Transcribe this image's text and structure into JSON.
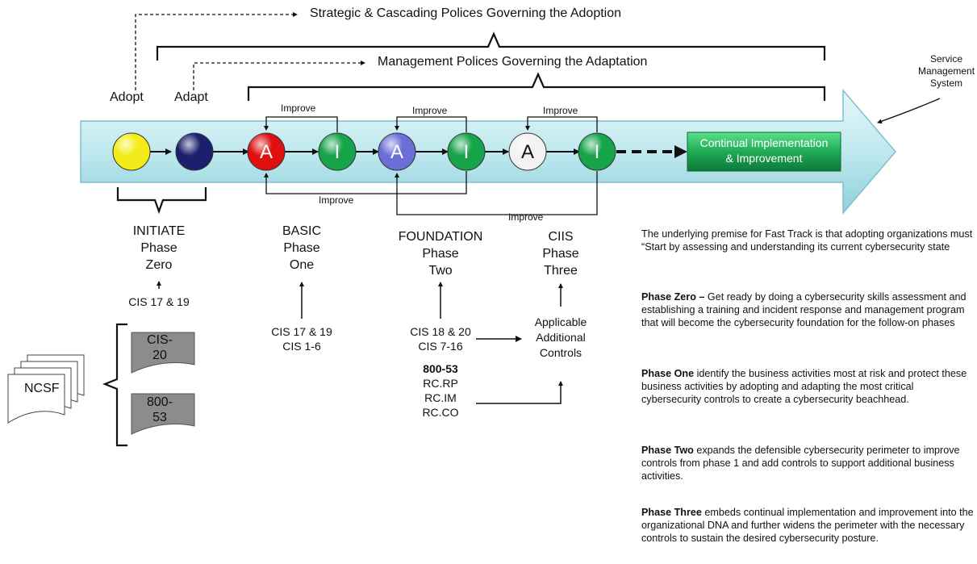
{
  "top": {
    "strategic": "Strategic & Cascading Polices Governing the Adoption",
    "management": "Management Polices Governing the Adaptation",
    "adopt": "Adopt",
    "adapt": "Adapt",
    "service_system": [
      "Service",
      "Management",
      "System"
    ]
  },
  "pipeline": {
    "nodes": [
      {
        "letter": "",
        "color": "#f3ec1a"
      },
      {
        "letter": "",
        "color": "#1c1f6e"
      },
      {
        "letter": "A",
        "color": "#e01010"
      },
      {
        "letter": "I",
        "color": "#16a34a"
      },
      {
        "letter": "A",
        "color": "#6a6fd8"
      },
      {
        "letter": "I",
        "color": "#16a34a"
      },
      {
        "letter": "A",
        "color": "#f2f2f2"
      },
      {
        "letter": "I",
        "color": "#16a34a"
      }
    ],
    "improve": "Improve",
    "end_label": [
      "Continual  Implementation",
      "& Improvement"
    ]
  },
  "phases": {
    "initiate": [
      "INITIATE",
      "Phase",
      "Zero"
    ],
    "initiate_cis": "CIS 17 & 19",
    "basic": [
      "BASIC",
      "Phase",
      "One"
    ],
    "basic_cis": [
      "CIS 17 & 19",
      "CIS 1-6"
    ],
    "foundation": [
      "FOUNDATION",
      "Phase",
      "Two"
    ],
    "foundation_cis": [
      "CIS 18 & 20",
      "CIS 7-16"
    ],
    "foundation_nist": [
      "800-53",
      "RC.RP",
      "RC.IM",
      "RC.CO"
    ],
    "ciis": [
      "CIIS",
      "Phase",
      "Three"
    ],
    "applicable": [
      "Applicable",
      "Additional",
      "Controls"
    ]
  },
  "sources": {
    "ncsf": "NCSF",
    "doc1": [
      "CIS-",
      "20"
    ],
    "doc2": [
      "800-",
      "53"
    ]
  },
  "description": {
    "intro": "The underlying premise for Fast Track is that adopting organizations must “Start by assessing and understanding its current cybersecurity state",
    "p0_head": "Phase Zero – ",
    "p0_text": "Get ready by doing a cybersecurity skills assessment and establishing a training and incident response and management program that will become the cybersecurity foundation for the follow-on phases",
    "p1_head": "Phase One ",
    "p1_text": "identify the business activities most at risk and protect these business activities by adopting and adapting the most critical cybersecurity controls to create a cybersecurity beachhead.",
    "p2_head": "Phase Two ",
    "p2_text": "expands the defensible cybersecurity perimeter to improve controls from phase 1 and add controls to support additional business activities.",
    "p3_head": "Phase Three ",
    "p3_text": "embeds continual implementation and improvement into the organizational DNA and further widens the perimeter with the necessary controls to sustain the desired cybersecurity posture."
  }
}
